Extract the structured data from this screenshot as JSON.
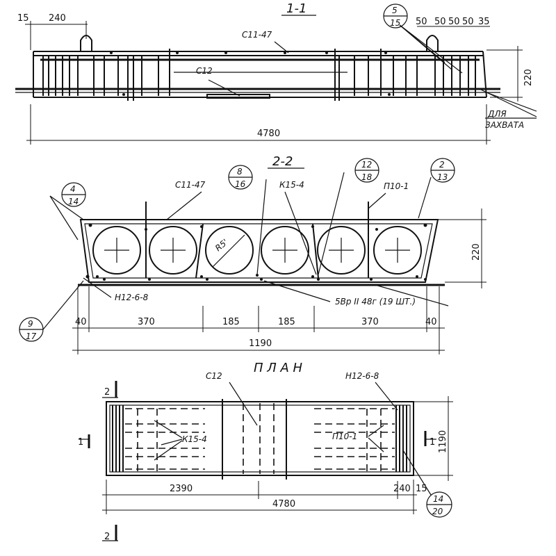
{
  "section_1": {
    "title": "1-1",
    "label_c11": "С11-47",
    "label_c12": "С12",
    "bubble_top": "5",
    "bubble_bottom": "15",
    "spacing_labels": [
      "50",
      "50",
      "50",
      "50",
      "35"
    ],
    "dim_15": "15",
    "dim_240": "240",
    "dim_220": "220",
    "dim_4780": "4780",
    "note_line1": "ДЛЯ",
    "note_line2": "ЗАХВАТА"
  },
  "section_2": {
    "title": "2-2",
    "label_c11": "С11-47",
    "label_k15": "К15-4",
    "label_p10": "П10-1",
    "label_h12": "Н12-6-8",
    "label_wire": "5Вр II 48г (19 ШТ.)",
    "label_r": "R5'",
    "bubble_a": {
      "top": "4",
      "bottom": "14"
    },
    "bubble_b": {
      "top": "8",
      "bottom": "16"
    },
    "bubble_c": {
      "top": "12",
      "bottom": "18"
    },
    "bubble_d": {
      "top": "2",
      "bottom": "13"
    },
    "bubble_e": {
      "top": "9",
      "bottom": "17"
    },
    "dims": [
      "40",
      "370",
      "185",
      "185",
      "370",
      "40"
    ],
    "dim_1190": "1190",
    "dim_220": "220"
  },
  "plan": {
    "title": "П Л А Н",
    "label_c12": "С12",
    "label_h12": "Н12-6-8",
    "label_k15": "К15-4",
    "label_p10": "П10-1",
    "cut_2_top": "2",
    "cut_2_bottom": "2",
    "cut_1_left": "1",
    "cut_1_right": "1",
    "dim_2390": "2390",
    "dim_240": "240",
    "dim_15": "15",
    "dim_4780": "4780",
    "dim_1190": "1190",
    "bubble": {
      "top": "14",
      "bottom": "20"
    }
  }
}
